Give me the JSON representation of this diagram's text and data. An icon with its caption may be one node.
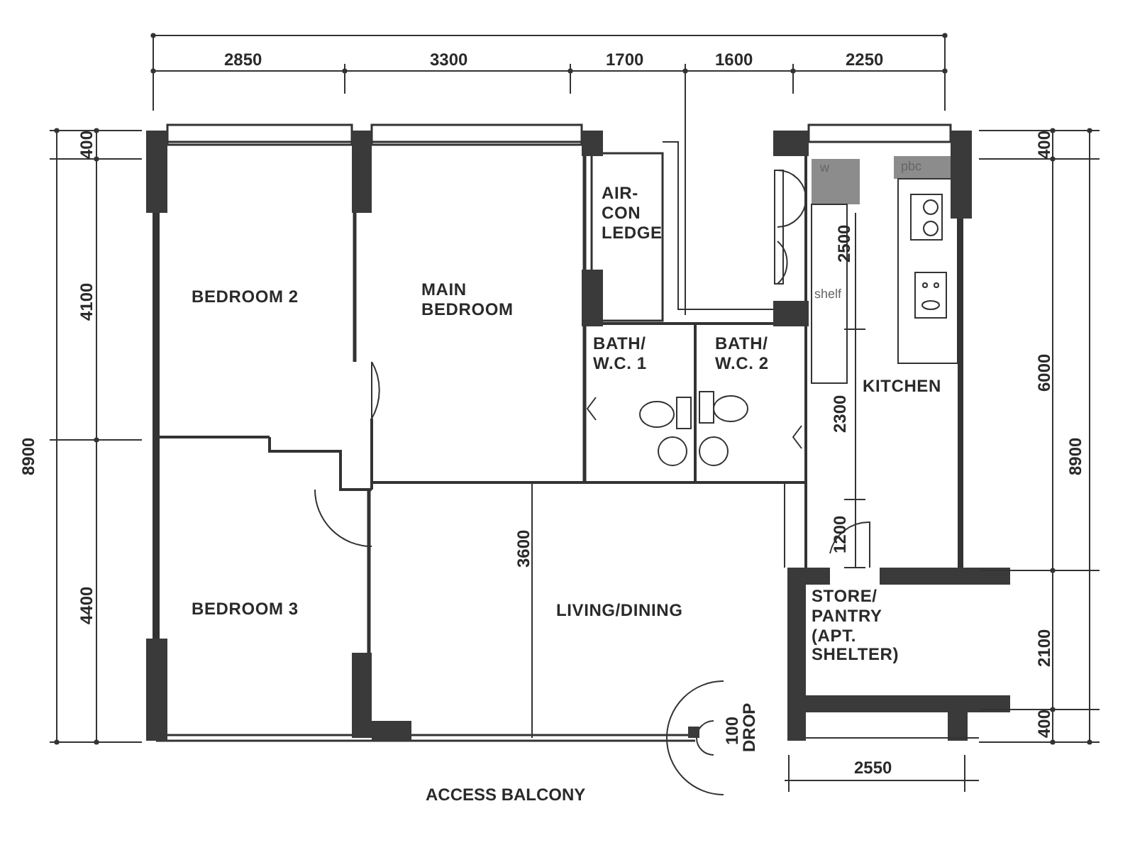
{
  "diagram": {
    "nodes": [
      {
        "text": [
          "BEDROOM 2"
        ]
      },
      {
        "text": [
          "MAIN BEDROOM"
        ]
      },
      {
        "text": [
          "AIR-CON LEDGE"
        ]
      },
      {
        "text": [
          "BATH/ W.C. 1"
        ]
      },
      {
        "text": [
          "BATH/ W.C. 2"
        ]
      },
      {
        "text": [
          "KITCHEN"
        ]
      },
      {
        "text": [
          "BEDROOM 3"
        ]
      },
      {
        "text": [
          "LIVING/DINING"
        ]
      },
      {
        "text": [
          "STORE/ PANTRY (APT. SHELTER)"
        ]
      }
    ],
    "labels": [
      "2850",
      "3300",
      "1700",
      "1600",
      "2250",
      "400",
      "400",
      "w",
      "pbc",
      "4100",
      "8900",
      "2500",
      "shelf",
      "6000",
      "8900",
      "2300",
      "3600",
      "1200",
      "4400",
      "2100",
      "100 DROP",
      "400",
      "2550",
      "ACCESS BALCONY"
    ]
  }
}
